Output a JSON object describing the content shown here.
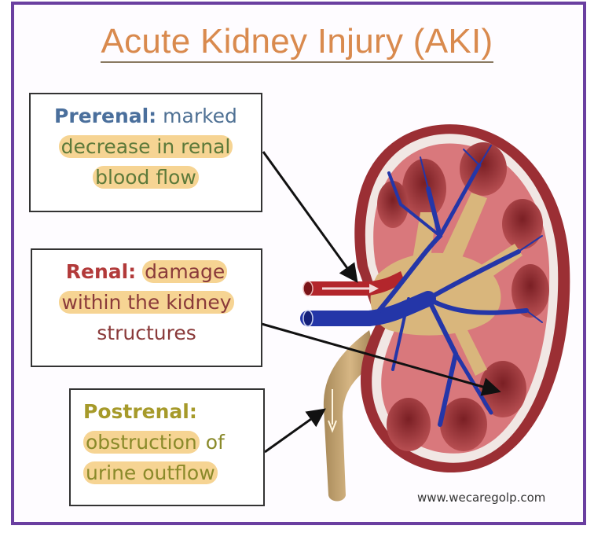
{
  "title": "Acute Kidney Injury (AKI)",
  "boxes": {
    "prerenal": {
      "heading": "Prerenal:",
      "line1_rest": "marked",
      "line2": "decrease in renal",
      "line3": "blood flow"
    },
    "renal": {
      "heading": "Renal:",
      "line1_rest": "damage",
      "line2": "within the kidney",
      "line3": "structures"
    },
    "postrenal": {
      "heading": "Postrenal:",
      "line2_hl": "obstruction",
      "line2_rest": "of",
      "line3": "urine outflow"
    }
  },
  "credit": "www.wecaregolp.com",
  "colors": {
    "frame": "#6a3fa0",
    "title": "#d98a4e",
    "prerenal": "#4a6f9c",
    "renal": "#b23a3a",
    "postrenal": "#a69a2a",
    "highlight": "#f6d493"
  }
}
